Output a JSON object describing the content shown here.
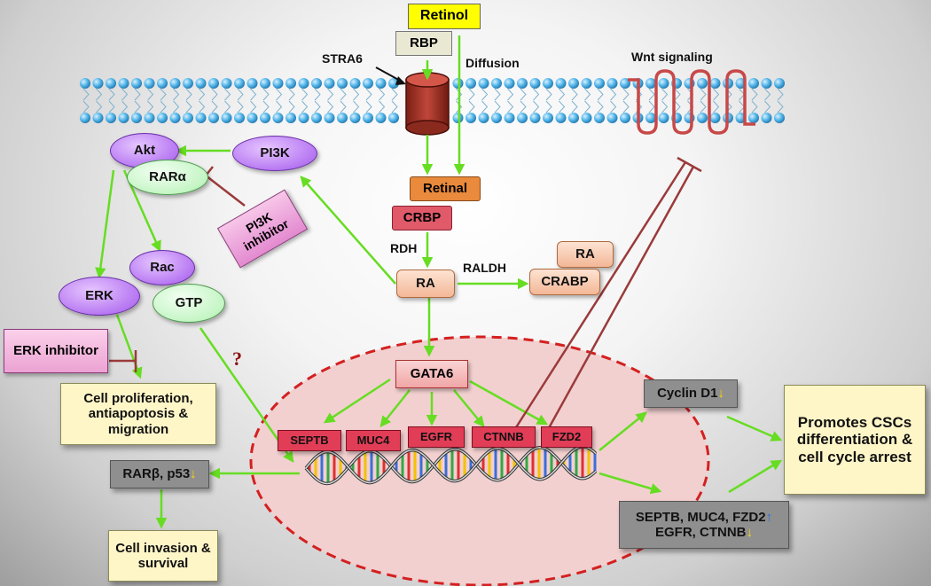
{
  "membrane": {
    "label_stra6": "STRA6",
    "label_diffusion": "Diffusion",
    "label_wnt": "Wnt signaling"
  },
  "nodes": {
    "retinol": "Retinol",
    "rbp": "RBP",
    "retinal": "Retinal",
    "crbp": "CRBP",
    "rdh": "RDH",
    "ra_center": "RA",
    "raldh": "RALDH",
    "ra_right": "RA",
    "crabp": "CRABP",
    "akt": "Akt",
    "rar_alpha": "RARα",
    "pi3k": "PI3K",
    "pi3k_inhibitor": "PI3K inhibitor",
    "rac": "Rac",
    "gtp": "GTP",
    "erk": "ERK",
    "erk_inhibitor": "ERK inhibitor",
    "question": "?",
    "gata6": "GATA6"
  },
  "genes": [
    "SEPTB",
    "MUC4",
    "EGFR",
    "CTNNB",
    "FZD2"
  ],
  "outcomes": {
    "cell_prolif": "Cell proliferation, antiapoptosis & migration",
    "rar_beta_p53": "RARβ, p53",
    "invasion": "Cell invasion & survival",
    "cyclin_d1": "Cyclin D1",
    "gene_summary_line1": "SEPTB, MUC4, FZD2",
    "gene_summary_line2": "EGFR, CTNNB",
    "promotes": "Promotes CSCs differentiation & cell cycle arrest"
  },
  "arrows": {
    "down": "↓",
    "up": "↑"
  },
  "colors": {
    "activation_arrow": "#66dd22",
    "inhibition": "#9b3a3a",
    "nucleus_fill": "#f2d0d0",
    "nucleus_border": "#d42020",
    "membrane_bead": "#4fb3e8"
  }
}
